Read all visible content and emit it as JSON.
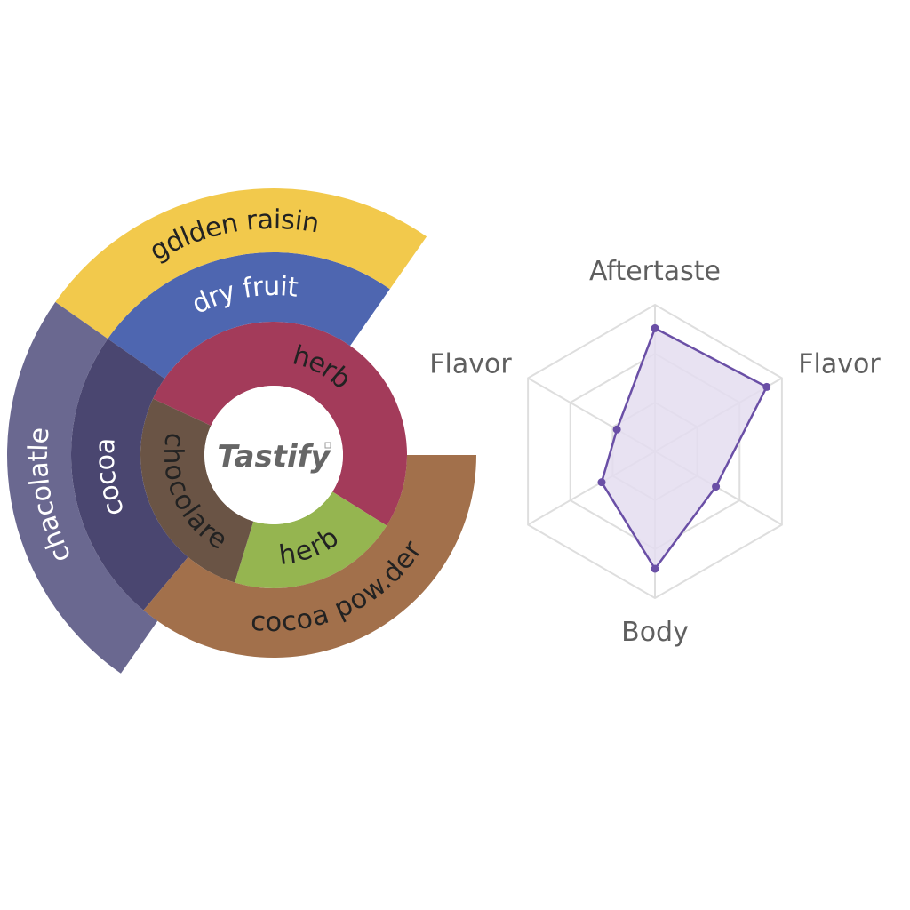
{
  "brand": {
    "name": "Tastify"
  },
  "chart_data": [
    {
      "type": "sunburst",
      "center_label": "Tastify",
      "rings": [
        {
          "level": 1,
          "segments": [
            {
              "label": "herb",
              "start_deg": 295,
              "end_deg": 482,
              "color": "#A33B5A",
              "text_color": "#222222"
            },
            {
              "label": "herb",
              "start_deg": 482,
              "end_deg": 557,
              "color": "#95B550",
              "text_color": "#222222"
            },
            {
              "label": "chocolare",
              "start_deg": 557,
              "end_deg": 655,
              "color": "#6A5445",
              "text_color": "#222222"
            }
          ]
        },
        {
          "level": 2,
          "segments": [
            {
              "label": "dry fruit",
              "start_deg": 305,
              "end_deg": 395,
              "color": "#4E66B0",
              "text_color": "#ffffff"
            },
            {
              "label": "cocoa",
              "start_deg": 220,
              "end_deg": 305,
              "color": "#4A4670",
              "text_color": "#ffffff"
            },
            {
              "label": "cocoa pow.der",
              "start_deg": 90,
              "end_deg": 220,
              "color": "#A2704B",
              "text_color": "#222222"
            }
          ]
        },
        {
          "level": 3,
          "segments": [
            {
              "label": "gdlden raisin",
              "start_deg": 305,
              "end_deg": 395,
              "color": "#F2C94C",
              "text_color": "#222222"
            },
            {
              "label": "chacolatle",
              "start_deg": 215,
              "end_deg": 305,
              "color": "#6A6890",
              "text_color": "#ffffff"
            }
          ]
        }
      ]
    },
    {
      "type": "radar",
      "axes": [
        "Aftertaste",
        "Flavor",
        "",
        "Body",
        "",
        "Flavor"
      ],
      "range": [
        0,
        5
      ],
      "grid_levels": 3,
      "series": [
        {
          "values": [
            4.2,
            4.4,
            2.4,
            4.0,
            2.1,
            1.5
          ]
        }
      ],
      "color": "#6A4FA6",
      "fill": "#E4DDF0"
    }
  ]
}
